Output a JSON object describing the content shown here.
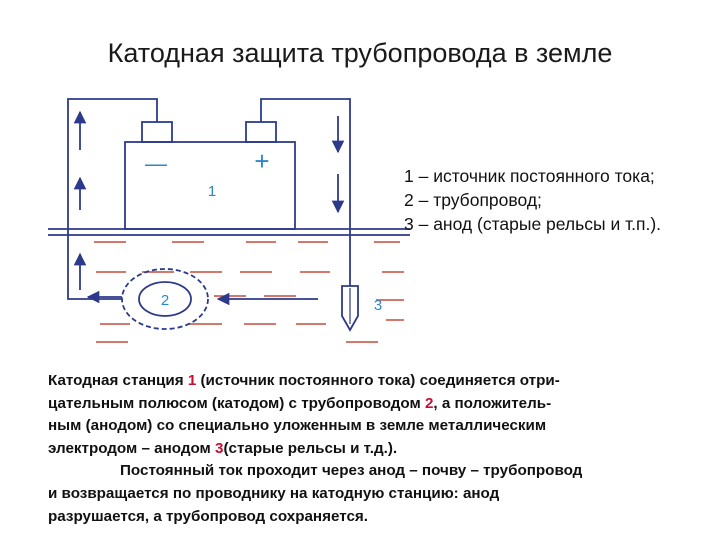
{
  "title": "Катодная защита трубопровода в земле",
  "colors": {
    "line": "#2d3a8c",
    "accent": "#2f86c8",
    "ground": "#c84a3a",
    "highlight": "#c8102e"
  },
  "diagram": {
    "label_1": "1",
    "label_2": "2",
    "label_3": "3",
    "minus_sign": "—",
    "plus_sign": "+"
  },
  "legend": [
    "1 – источник постоянного тока;",
    "2 – трубопровод;",
    "3 – анод (старые рельсы и т.п.)."
  ],
  "paragraph": {
    "line1": {
      "a": "Катодная станция ",
      "n": "1",
      "b": " (источник постоянного тока) соединяется отри-"
    },
    "line2": {
      "a": "цательным полюсом (катодом) с трубопроводом ",
      "n": "2",
      "b": ", а положитель-"
    },
    "line3": "ным (анодом) со специально уложенным в земле металлическим",
    "line4": {
      "a": "электродом – анодом ",
      "n": "3",
      "b": "(старые рельсы и т.д.)."
    },
    "line5": "Постоянный ток проходит через анод – почву – трубопровод",
    "line6": "и возвращается по проводнику на катодную станцию: анод",
    "line7": "разрушается, а трубопровод сохраняется."
  }
}
